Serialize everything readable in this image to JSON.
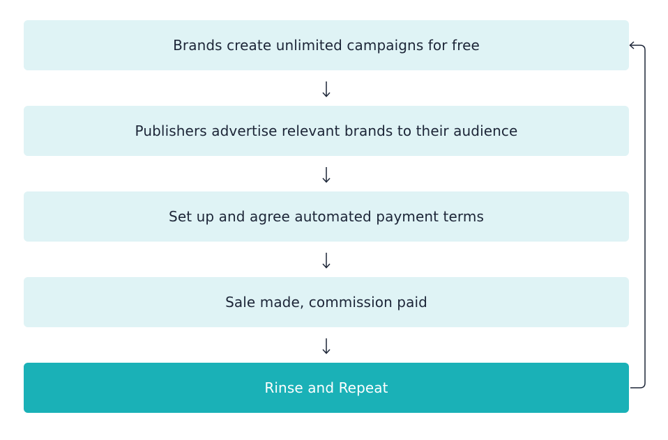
{
  "flow": {
    "steps": [
      {
        "label": "Brands create unlimited campaigns for free"
      },
      {
        "label": "Publishers advertise relevant brands to their audience"
      },
      {
        "label": "Set up and agree automated payment terms"
      },
      {
        "label": "Sale made, commission paid"
      },
      {
        "label": "Rinse and Repeat"
      }
    ],
    "arrow_icon": "down-arrow-icon",
    "loop_icon": "loop-back-arrow-icon"
  },
  "colors": {
    "step_background": "#dff3f5",
    "final_step_background": "#1ab1b7",
    "text": "#1c2537",
    "final_text": "#ffffff",
    "connector": "#1c2537"
  }
}
